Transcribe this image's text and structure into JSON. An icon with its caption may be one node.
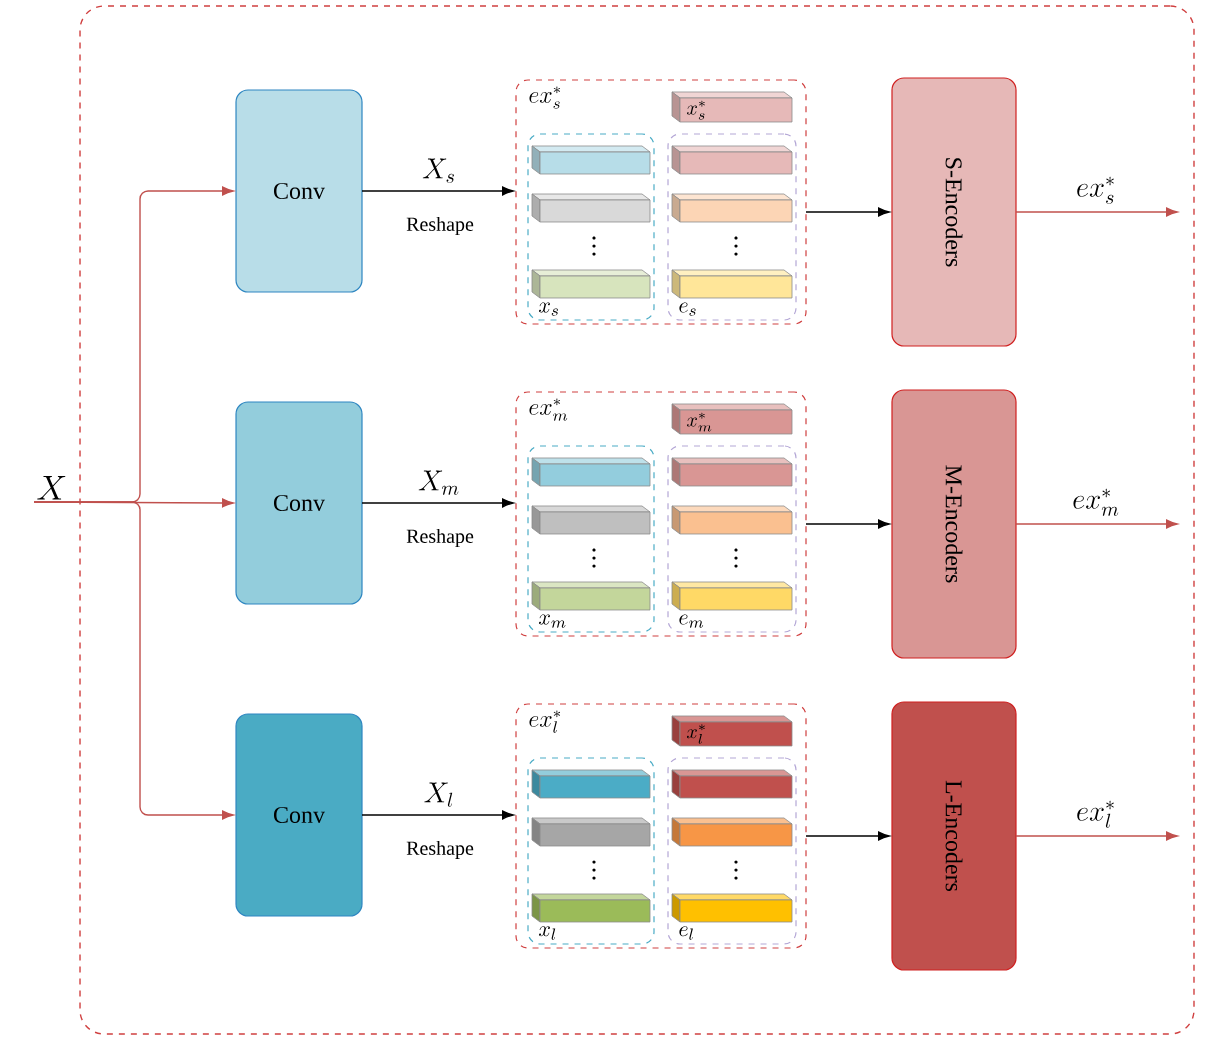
{
  "diagram": {
    "nodes": [
      {
        "text": [],
        "shape": "box"
      },
      {
        "text": [
          "X"
        ]
      },
      {
        "text": [
          "Conv"
        ],
        "in": 0
      },
      {
        "text": [
          "ex_s^*"
        ],
        "in": 0
      },
      {
        "text": [
          "x_s^*"
        ],
        "in": 3
      },
      {
        "text": [
          "x_s"
        ],
        "in": 3
      },
      {
        "text": [],
        "shape": "bar",
        "in": 5
      },
      {
        "text": [],
        "shape": "bar",
        "in": 5
      },
      {
        "text": [],
        "shape": "bar",
        "in": 5
      },
      {
        "text": [
          "e_s"
        ],
        "in": 3
      },
      {
        "text": [],
        "shape": "bar",
        "in": 9
      },
      {
        "text": [],
        "shape": "bar",
        "in": 9
      },
      {
        "text": [],
        "shape": "bar",
        "in": 9
      },
      {
        "text": [
          "S-Encoders"
        ],
        "in": 0
      },
      {
        "text": [
          "Conv"
        ],
        "in": 0
      },
      {
        "text": [
          "ex_m^*"
        ],
        "in": 0
      },
      {
        "text": [
          "x_m^*"
        ],
        "in": 15
      },
      {
        "text": [
          "x_m"
        ],
        "in": 15
      },
      {
        "text": [],
        "shape": "bar",
        "in": 17
      },
      {
        "text": [],
        "shape": "bar",
        "in": 17
      },
      {
        "text": [],
        "shape": "bar",
        "in": 17
      },
      {
        "text": [
          "e_m"
        ],
        "in": 15
      },
      {
        "text": [],
        "shape": "bar",
        "in": 21
      },
      {
        "text": [],
        "shape": "bar",
        "in": 21
      },
      {
        "text": [],
        "shape": "bar",
        "in": 21
      },
      {
        "text": [
          "M-Encoders"
        ],
        "in": 0
      },
      {
        "text": [
          "Conv"
        ],
        "in": 0
      },
      {
        "text": [
          "ex_l^*"
        ],
        "in": 0
      },
      {
        "text": [
          "x_l^*"
        ],
        "in": 27
      },
      {
        "text": [
          "x_l"
        ],
        "in": 27
      },
      {
        "text": [],
        "shape": "bar",
        "in": 29
      },
      {
        "text": [],
        "shape": "bar",
        "in": 29
      },
      {
        "text": [],
        "shape": "bar",
        "in": 29
      },
      {
        "text": [
          "e_l"
        ],
        "in": 27
      },
      {
        "text": [],
        "shape": "bar",
        "in": 33
      },
      {
        "text": [],
        "shape": "bar",
        "in": 33
      },
      {
        "text": [],
        "shape": "bar",
        "in": 33
      },
      {
        "text": [
          "L-Encoders"
        ],
        "in": 0
      }
    ],
    "edges": [
      {
        "from": 1,
        "to": 2,
        "arrow": "to",
        "color": "#c0504d"
      },
      {
        "from": 2,
        "to": 3,
        "arrow": "to",
        "label": "X_s",
        "color": "#000000"
      },
      {
        "from": 3,
        "to": 13,
        "arrow": "to",
        "color": "#000000"
      },
      {
        "from": 13,
        "to": null,
        "arrow": "to",
        "label": "ex_s^*",
        "color": "#c0504d"
      },
      {
        "from": 1,
        "to": 14,
        "arrow": "to",
        "color": "#c0504d"
      },
      {
        "from": 14,
        "to": 15,
        "arrow": "to",
        "label": "X_m",
        "color": "#000000"
      },
      {
        "from": 15,
        "to": 25,
        "arrow": "to",
        "color": "#000000"
      },
      {
        "from": 25,
        "to": null,
        "arrow": "to",
        "label": "ex_m^*",
        "color": "#c0504d"
      },
      {
        "from": 1,
        "to": 26,
        "arrow": "to",
        "color": "#c0504d"
      },
      {
        "from": 26,
        "to": 27,
        "arrow": "to",
        "label": "X_l",
        "color": "#000000"
      },
      {
        "from": 27,
        "to": 37,
        "arrow": "to",
        "color": "#000000"
      },
      {
        "from": 37,
        "to": null,
        "arrow": "to",
        "label": "ex_l^*",
        "color": "#c0504d"
      }
    ],
    "labels": [
      "Reshape",
      "Reshape",
      "Reshape"
    ]
  }
}
